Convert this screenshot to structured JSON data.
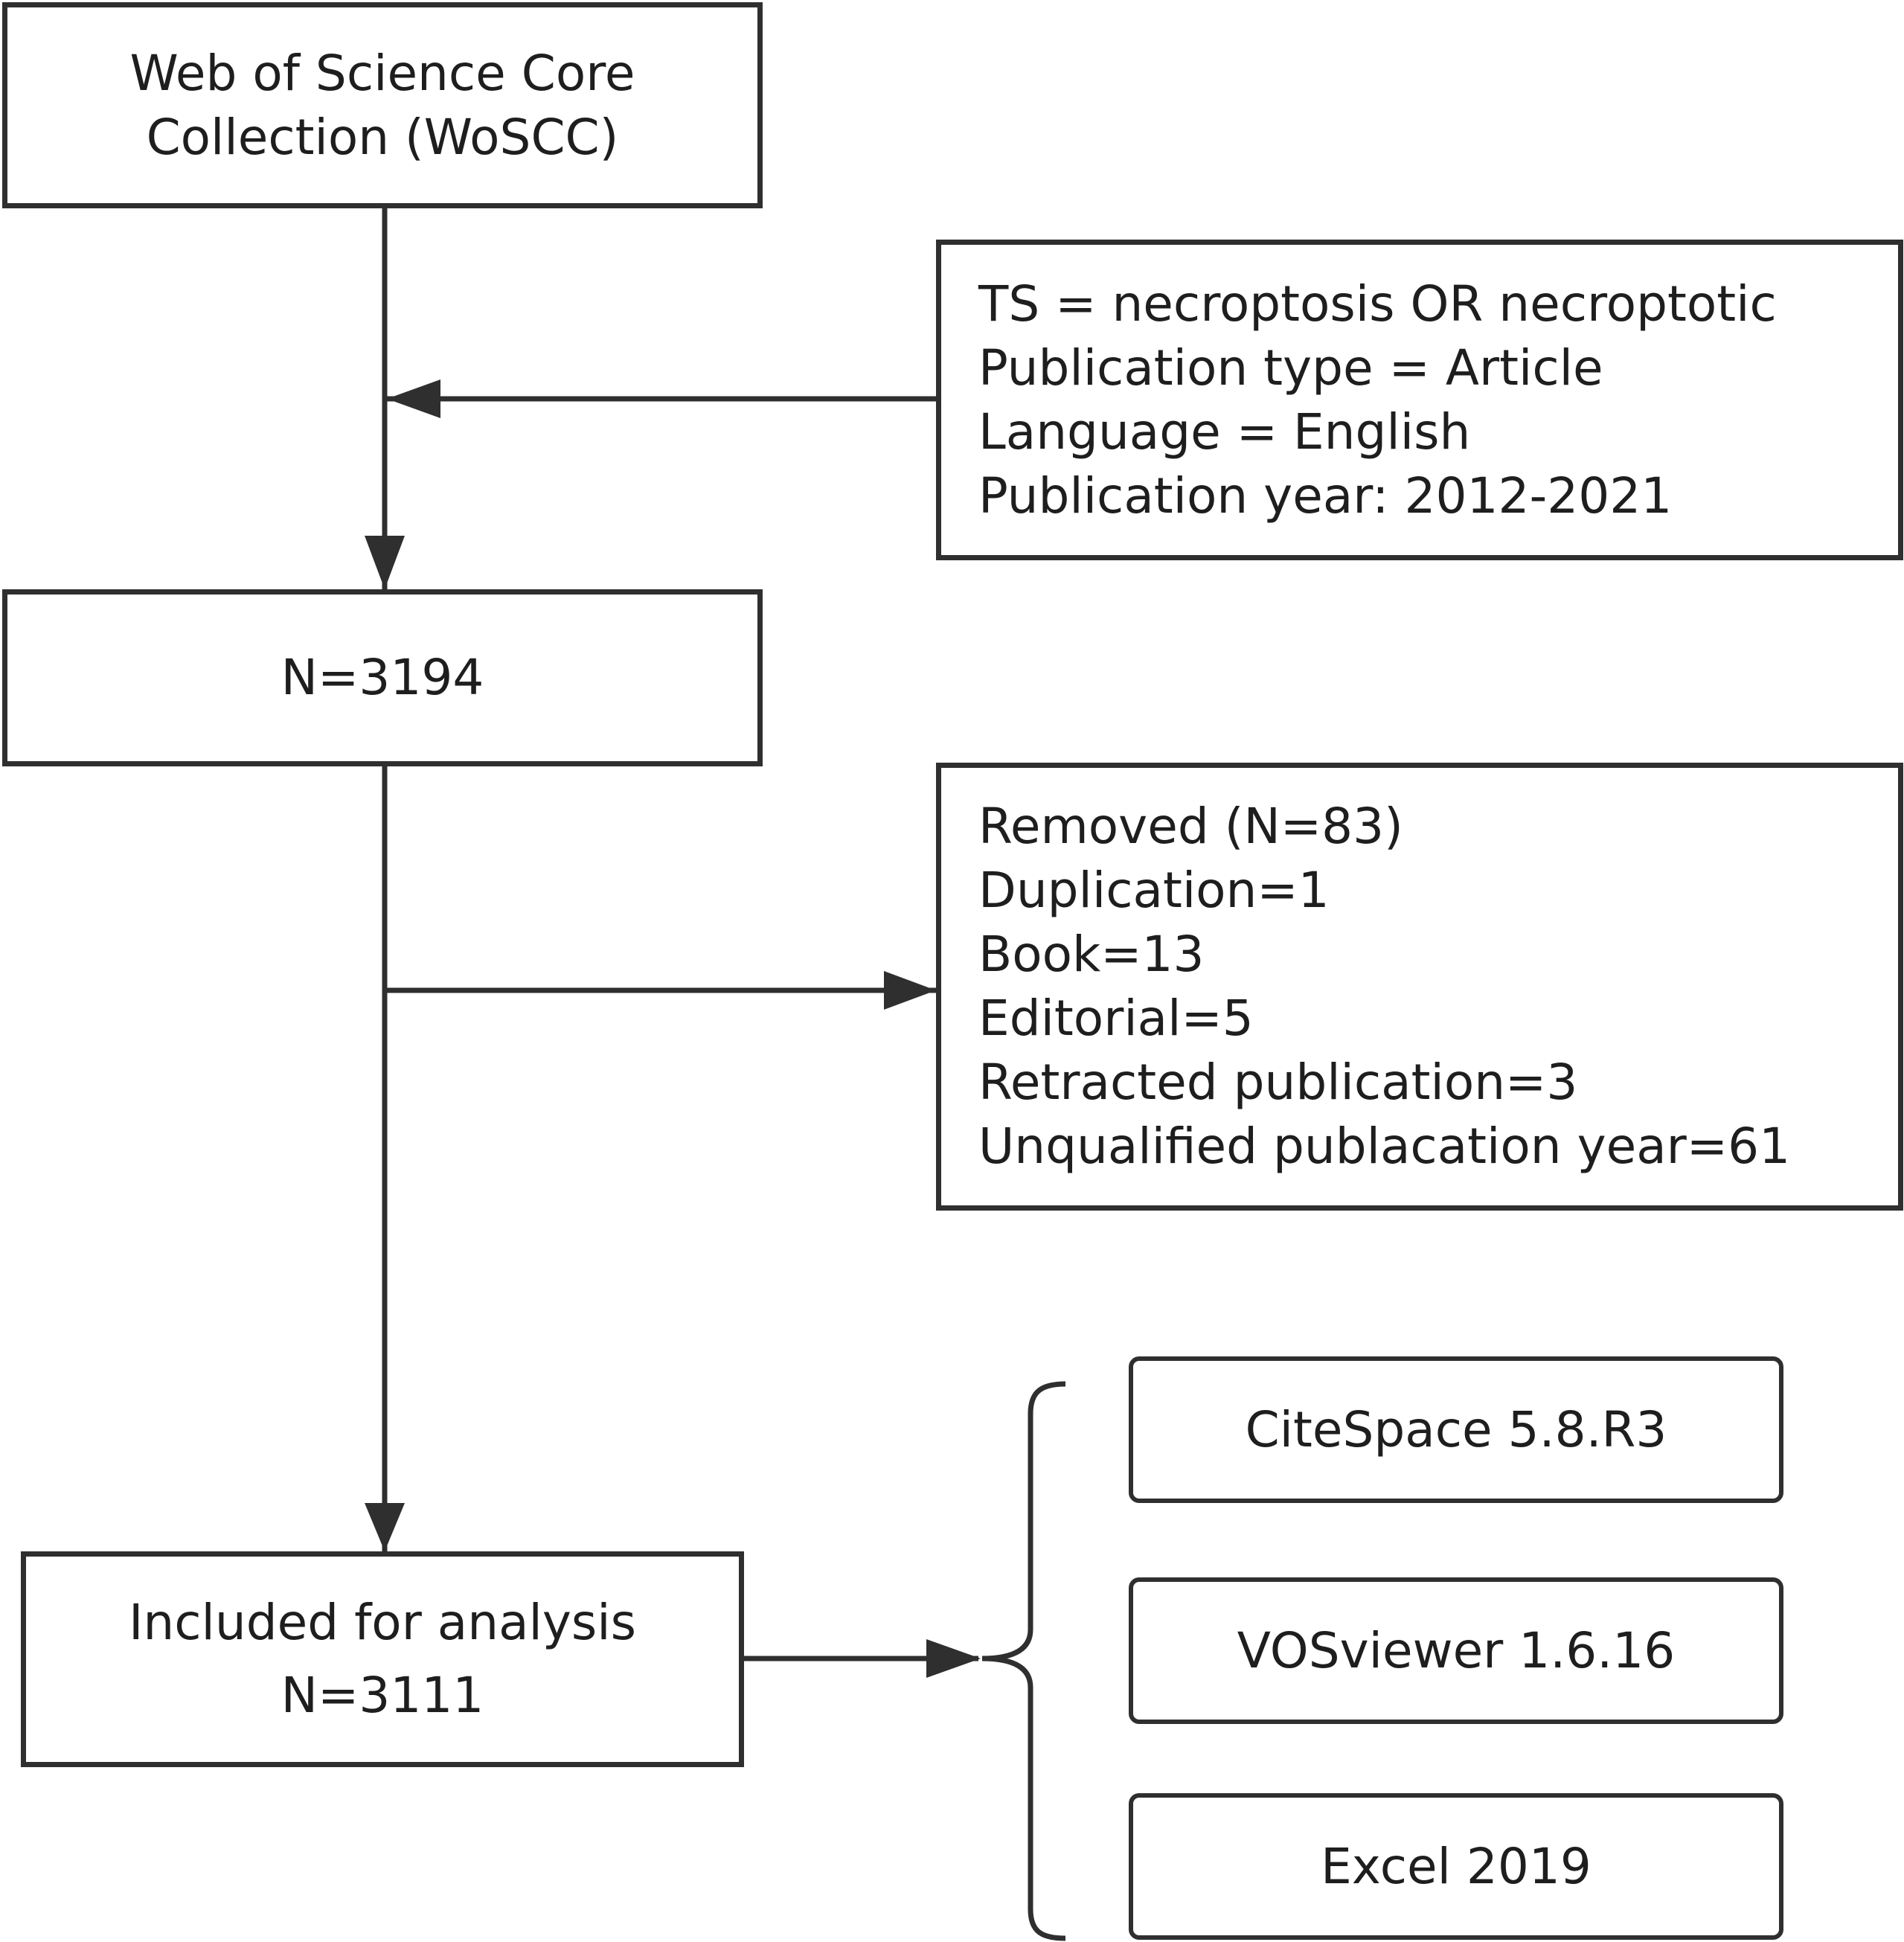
{
  "nodes": {
    "source": {
      "lines": [
        "Web of Science Core",
        "Collection (WoSCC)"
      ]
    },
    "criteria": {
      "lines": [
        "TS = necroptosis OR necroptotic",
        "Publication type = Article",
        "Language = English",
        "Publication year: 2012-2021"
      ]
    },
    "initial_count": {
      "lines": [
        "N=3194"
      ]
    },
    "removed": {
      "lines": [
        "Removed (N=83)",
        "Duplication=1",
        "Book=13",
        "Editorial=5",
        "Retracted publication=3",
        "Unqualified publacation year=61"
      ]
    },
    "included": {
      "lines": [
        "Included for analysis",
        "N=3111"
      ]
    },
    "tool_citespace": {
      "lines": [
        "CiteSpace 5.8.R3"
      ]
    },
    "tool_vosviewer": {
      "lines": [
        "VOSviewer 1.6.16"
      ]
    },
    "tool_excel": {
      "lines": [
        "Excel 2019"
      ]
    }
  }
}
